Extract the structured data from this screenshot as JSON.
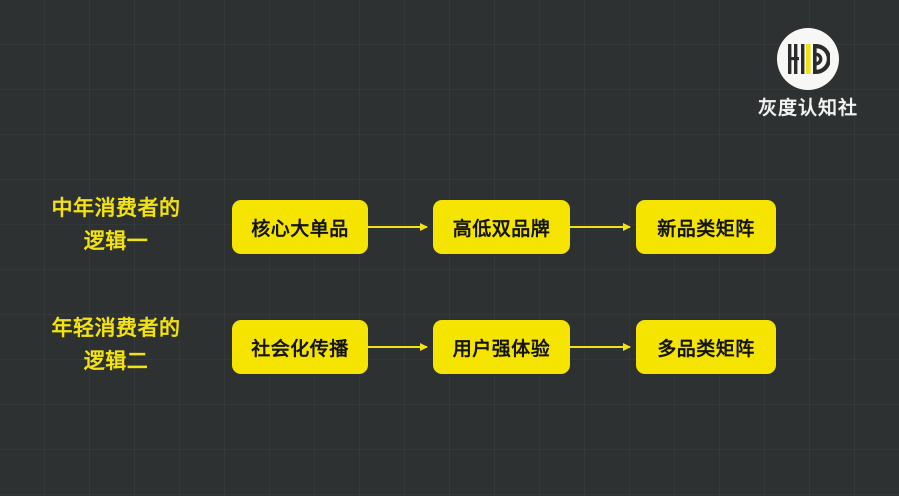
{
  "brand": {
    "logo_icon": "hd-monogram-circle-logo",
    "wordmark": "灰度认知社"
  },
  "theme": {
    "background": "#2e3131",
    "grid_line": "rgba(255,255,255,0.035)",
    "accent_yellow": "#f4e400",
    "label_yellow": "#f2e113",
    "node_text": "#141414",
    "wordmark_color": "#f2f2f0"
  },
  "diagram": {
    "rows": [
      {
        "label_line1": "中年消费者的",
        "label_line2": "逻辑一",
        "nodes": [
          {
            "text": "核心大单品"
          },
          {
            "text": "高低双品牌"
          },
          {
            "text": "新品类矩阵"
          }
        ],
        "connectors": [
          {
            "icon": "arrow-right-icon"
          },
          {
            "icon": "arrow-right-icon"
          }
        ]
      },
      {
        "label_line1": "年轻消费者的",
        "label_line2": "逻辑二",
        "nodes": [
          {
            "text": "社会化传播"
          },
          {
            "text": "用户强体验"
          },
          {
            "text": "多品类矩阵"
          }
        ],
        "connectors": [
          {
            "icon": "arrow-right-icon"
          },
          {
            "icon": "arrow-right-icon"
          }
        ]
      }
    ]
  }
}
